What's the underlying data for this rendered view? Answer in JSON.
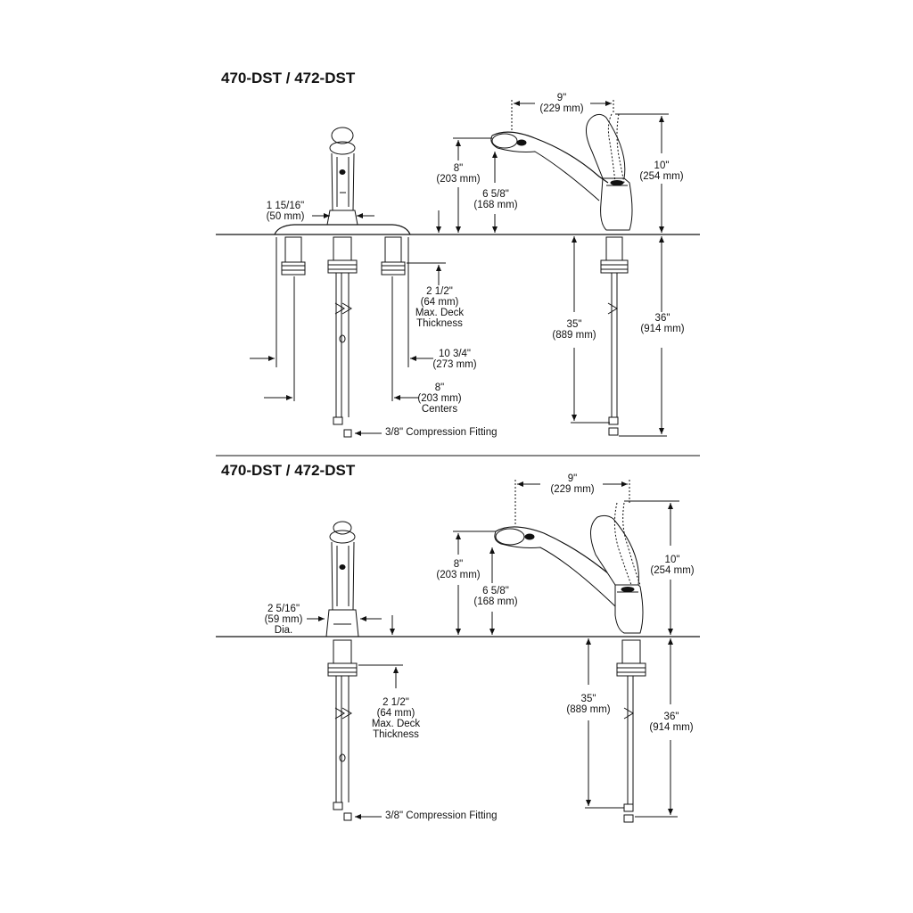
{
  "diagrams": [
    {
      "title": "470-DST / 472-DST",
      "labels": {
        "spout_reach": [
          "9\"",
          "(229 mm)"
        ],
        "spout_height": [
          "8\"",
          "(203 mm)"
        ],
        "aerator_height": [
          "6 5/8\"",
          "(168 mm)"
        ],
        "overall_height": [
          "10\"",
          "(254 mm)"
        ],
        "base_width": [
          "1 15/16\"",
          "(50 mm)"
        ],
        "deck_thickness": [
          "2 1/2\"",
          "(64 mm)",
          "Max. Deck",
          "Thickness"
        ],
        "below_deck_35": [
          "35\"",
          "(889 mm)"
        ],
        "below_deck_36": [
          "36\"",
          "(914 mm)"
        ],
        "escutcheon_span": [
          "10 3/4\"",
          "(273 mm)"
        ],
        "centers": [
          "8\"",
          "(203 mm)",
          "Centers"
        ],
        "fitting": "3/8\" Compression Fitting"
      }
    },
    {
      "title": "470-DST / 472-DST",
      "labels": {
        "spout_reach": [
          "9\"",
          "(229 mm)"
        ],
        "spout_height": [
          "8\"",
          "(203 mm)"
        ],
        "aerator_height": [
          "6 5/8\"",
          "(168 mm)"
        ],
        "overall_height": [
          "10\"",
          "(254 mm)"
        ],
        "base_diameter": [
          "2 5/16\"",
          "(59 mm)",
          "Dia."
        ],
        "deck_thickness": [
          "2 1/2\"",
          "(64 mm)",
          "Max. Deck",
          "Thickness"
        ],
        "below_deck_35": [
          "35\"",
          "(889 mm)"
        ],
        "below_deck_36": [
          "36\"",
          "(914 mm)"
        ],
        "fitting": "3/8\" Compression Fitting"
      }
    }
  ]
}
